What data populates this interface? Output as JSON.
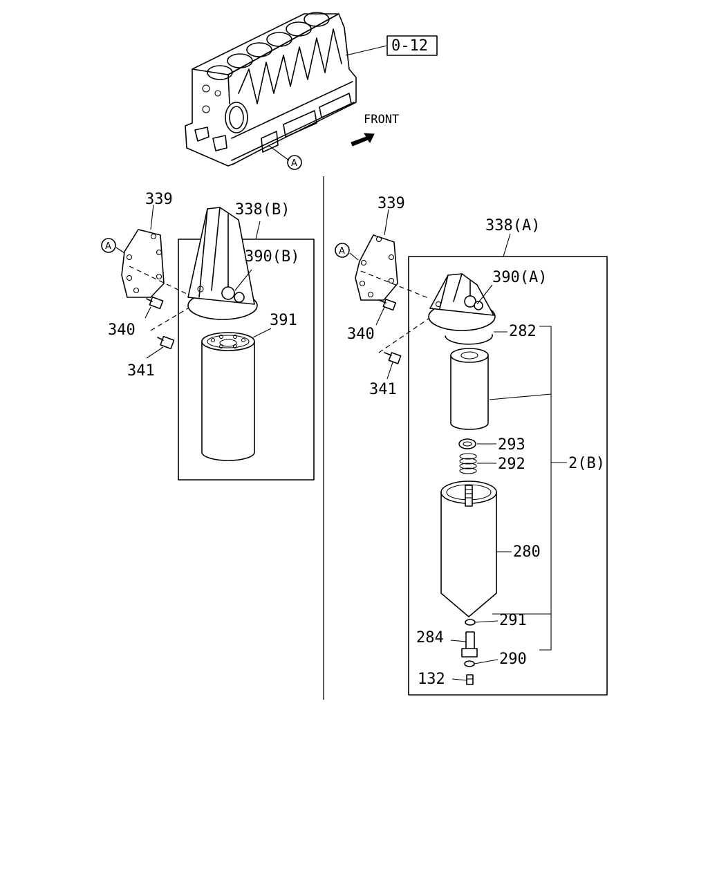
{
  "header": {
    "ref_box": "0-12",
    "front_label": "FRONT",
    "point_a": "A"
  },
  "left_group": {
    "bracket": "339",
    "assembly": "338(B)",
    "head": "390(B)",
    "filter": "391",
    "bolt_340": "340",
    "bolt_341": "341",
    "point_a": "A"
  },
  "right_group": {
    "bracket": "339",
    "assembly": "338(A)",
    "head": "390(A)",
    "ring": "282",
    "element": "2(B)",
    "seal": "293",
    "spring": "292",
    "case": "280",
    "washer_291": "291",
    "pipe": "284",
    "washer_290": "290",
    "plug": "132",
    "bolt_340": "340",
    "bolt_341": "341",
    "point_a": "A"
  }
}
